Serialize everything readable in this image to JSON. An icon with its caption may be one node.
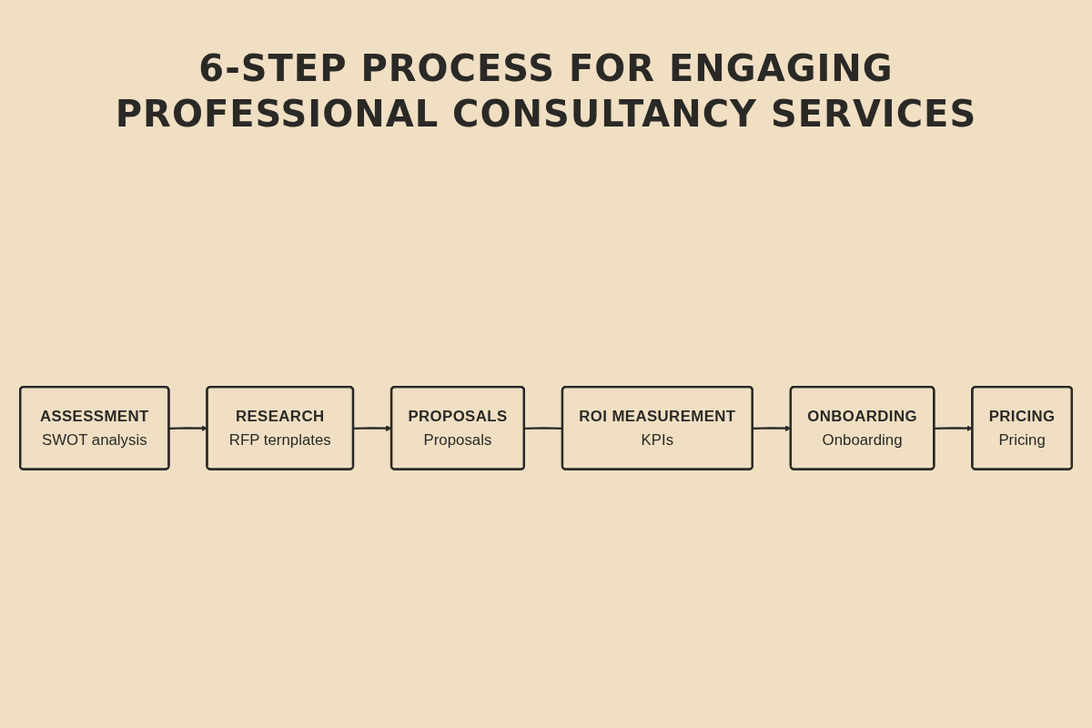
{
  "diagram": {
    "title": "6-STEP PROCESS FOR ENGAGING PROFESSIONAL CONSULTANCY SERVICES",
    "nodes": [
      {
        "text": [
          "ASSESSMENT",
          "SWOT analysis"
        ]
      },
      {
        "text": [
          "RESEARCH",
          "RFP ternplates"
        ]
      },
      {
        "text": [
          "PROPOSALS",
          "Proposals"
        ]
      },
      {
        "text": [
          "ROI MEASUREMENT",
          "KPIs"
        ]
      },
      {
        "text": [
          "ONBOARDING",
          "Onboarding"
        ]
      },
      {
        "text": [
          "PRICING",
          "Pricing"
        ]
      }
    ],
    "edges": [
      {
        "from": 0,
        "to": 1,
        "arrow": "to"
      },
      {
        "from": 1,
        "to": 2,
        "arrow": "to"
      },
      {
        "from": 2,
        "to": 3,
        "arrow": "none"
      },
      {
        "from": 3,
        "to": 4,
        "arrow": "to"
      },
      {
        "from": 4,
        "to": 5,
        "arrow": "to"
      }
    ]
  }
}
